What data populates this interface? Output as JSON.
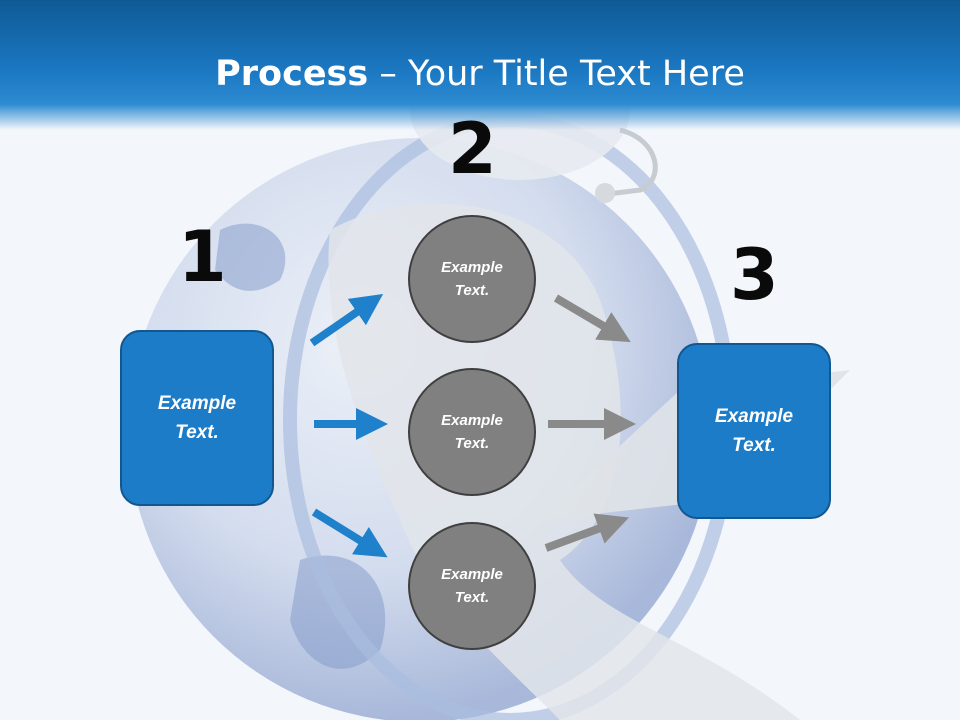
{
  "title": {
    "bold": "Process",
    "rest": " – Your Title Text Here"
  },
  "steps": [
    {
      "number": "1",
      "label": "Example\nText."
    },
    {
      "number": "2",
      "labels": [
        "Example\nText.",
        "Example\nText.",
        "Example\nText."
      ]
    },
    {
      "number": "3",
      "label": "Example\nText."
    }
  ],
  "colors": {
    "header": "#1b78c2",
    "box": "#1c7cc8",
    "circle": "#808080",
    "blue_arrow": "#1f80cc",
    "gray_arrow": "#8a8a8a"
  }
}
